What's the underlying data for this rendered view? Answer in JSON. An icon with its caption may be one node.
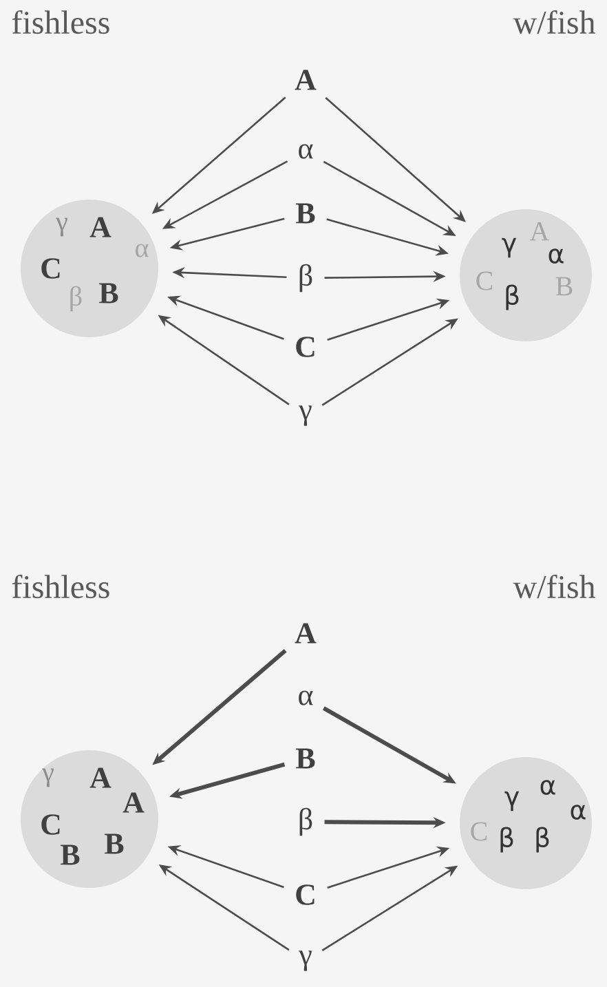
{
  "diagram": {
    "nodes": [
      {
        "text": [
          "γ",
          "A",
          "α",
          "C",
          "β",
          "B"
        ]
      },
      {
        "text": [
          "A",
          "γ",
          "α",
          "C",
          "β",
          "B"
        ]
      },
      {
        "text": [
          "A"
        ]
      },
      {
        "text": [
          "α"
        ]
      },
      {
        "text": [
          "B"
        ]
      },
      {
        "text": [
          "β"
        ]
      },
      {
        "text": [
          "C"
        ]
      },
      {
        "text": [
          "γ"
        ]
      },
      {
        "text": [
          "γ",
          "A",
          "A",
          "C",
          "B",
          "B"
        ]
      },
      {
        "text": [
          "γ",
          "α",
          "α",
          "C",
          "β",
          "β"
        ]
      },
      {
        "text": [
          "A"
        ]
      },
      {
        "text": [
          "α"
        ]
      },
      {
        "text": [
          "B"
        ]
      },
      {
        "text": [
          "β"
        ]
      },
      {
        "text": [
          "C"
        ]
      },
      {
        "text": [
          "γ"
        ]
      }
    ],
    "edges": [
      {
        "from": 2,
        "to": 0,
        "arrow": "to"
      },
      {
        "from": 2,
        "to": 1,
        "arrow": "to"
      },
      {
        "from": 3,
        "to": 0,
        "arrow": "to"
      },
      {
        "from": 3,
        "to": 1,
        "arrow": "to"
      },
      {
        "from": 4,
        "to": 0,
        "arrow": "to"
      },
      {
        "from": 4,
        "to": 1,
        "arrow": "to"
      },
      {
        "from": 5,
        "to": 0,
        "arrow": "to"
      },
      {
        "from": 5,
        "to": 1,
        "arrow": "to"
      },
      {
        "from": 6,
        "to": 0,
        "arrow": "to"
      },
      {
        "from": 6,
        "to": 1,
        "arrow": "to"
      },
      {
        "from": 7,
        "to": 0,
        "arrow": "to"
      },
      {
        "from": 7,
        "to": 1,
        "arrow": "to"
      },
      {
        "from": 10,
        "to": 8,
        "arrow": "to",
        "style": "thick"
      },
      {
        "from": 11,
        "to": 9,
        "arrow": "to",
        "style": "thick"
      },
      {
        "from": 12,
        "to": 8,
        "arrow": "to",
        "style": "thick"
      },
      {
        "from": 13,
        "to": 9,
        "arrow": "to",
        "style": "thick"
      },
      {
        "from": 14,
        "to": 8,
        "arrow": "to"
      },
      {
        "from": 14,
        "to": 9,
        "arrow": "to"
      },
      {
        "from": 15,
        "to": 8,
        "arrow": "to"
      },
      {
        "from": 15,
        "to": 9,
        "arrow": "to"
      }
    ],
    "labels": [
      "fishless",
      "w/fish",
      "fishless",
      "w/fish"
    ]
  }
}
